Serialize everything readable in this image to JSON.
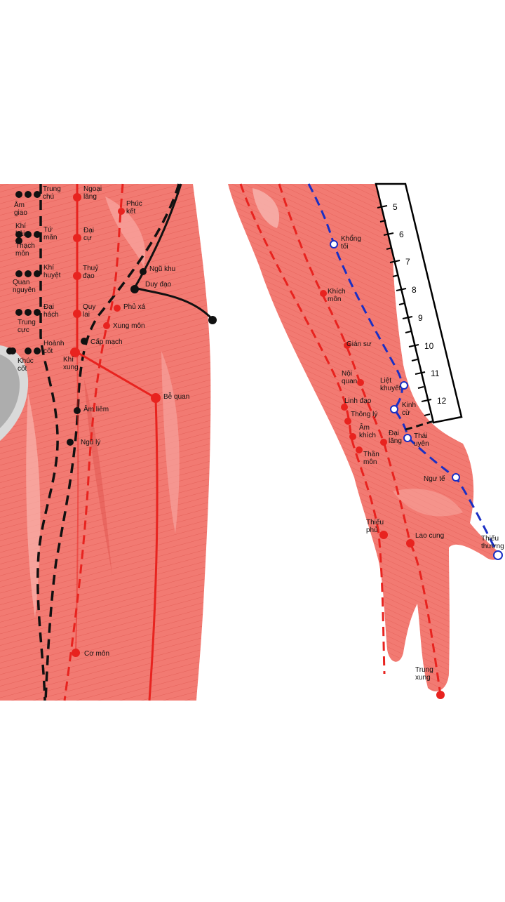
{
  "colors": {
    "background": "#ffffff",
    "muscle": "#f06a63",
    "muscle_dark": "#d9443e",
    "meridian_red": "#e8231f",
    "meridian_black": "#111111",
    "meridian_blue": "#1a2fc4",
    "label": "#111111"
  },
  "ruler": {
    "ticks": [
      "5",
      "6",
      "7",
      "8",
      "9",
      "10",
      "11",
      "12"
    ]
  },
  "points": {
    "am_giao": "Âm giao",
    "trung_chu": "Trung chú",
    "ngoai_lang": "Ngoại lăng",
    "phuc_ket": "Phúc kết",
    "khi_hai": "Khí hải",
    "tu_man": "Tứ mãn",
    "thach_mon": "Thạch môn",
    "dai_cu": "Đại cự",
    "quan_nguyen": "Quan nguyên",
    "khi_huyet": "Khí huyệt",
    "thuy_dao": "Thuỷ đạo",
    "ngu_khu": "Ngũ khu",
    "duy_dao": "Duy đạo",
    "trung_cuc": "Trung cực",
    "dai_hach": "Đại hách",
    "quy_lai": "Quy lai",
    "phu_xa": "Phủ xá",
    "xung_mon": "Xung môn",
    "khuc_cot": "Khúc cốt",
    "hoanh_cot": "Hoành cốt",
    "cap_mach": "Cấp mạch",
    "khi_xung": "Khí xung",
    "be_quan": "Bễ quan",
    "am_liem": "Âm liêm",
    "ngu_ly": "Ngũ lý",
    "co_mon": "Cơ môn",
    "khong_toi": "Khổng tối",
    "khich_mon": "Khích môn",
    "gian_su": "Gián sư",
    "noi_quan": "Nội quan",
    "liet_khuyet": "Liệt khuyết",
    "kinh_cu": "Kinh cừ",
    "linh_dao": "Linh đạo",
    "thong_ly": "Thông lý",
    "am_khich": "Âm khích",
    "dai_lang": "Đại lăng",
    "thai_uyen": "Thái uyên",
    "than_mon": "Thần môn",
    "ngu_te": "Ngư tế",
    "thieu_phu": "Thiếu phủ",
    "lao_cung": "Lao cung",
    "thieu_thuong": "Thiếu thương",
    "trung_xung": "Trung xung"
  }
}
